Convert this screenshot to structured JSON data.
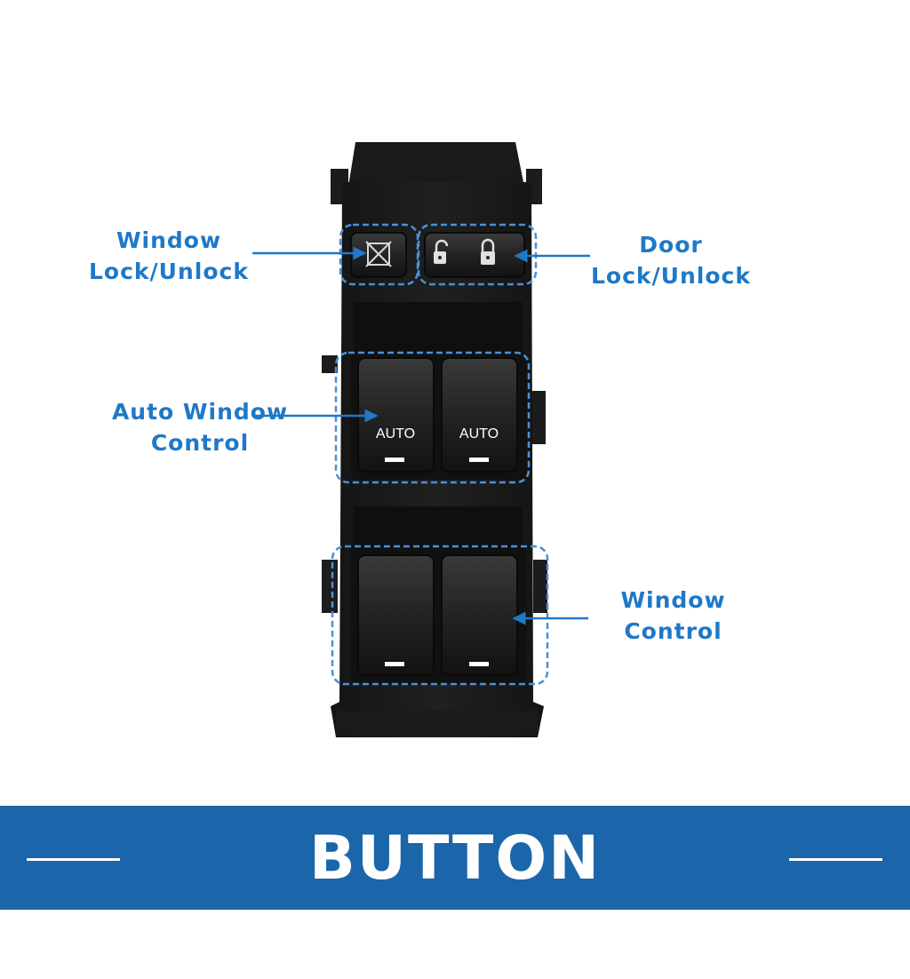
{
  "labels": {
    "window_lock": [
      "Window",
      "Lock/Unlock"
    ],
    "door_lock": [
      "Door",
      "Lock/Unlock"
    ],
    "auto_window": [
      "Auto Window",
      "Control"
    ],
    "window_control": [
      "Window",
      "Control"
    ]
  },
  "buttons": {
    "auto_left": "AUTO",
    "auto_right": "AUTO"
  },
  "banner": {
    "title": "BUTTON FUNCTION"
  },
  "icons": {
    "window_lock": "window-lock-icon",
    "door_unlock": "unlock-icon",
    "door_lock": "lock-icon"
  },
  "colors": {
    "label_blue": "#1f78c8",
    "banner_blue": "#1b66aa",
    "switch_body": "#1c1c1c"
  }
}
